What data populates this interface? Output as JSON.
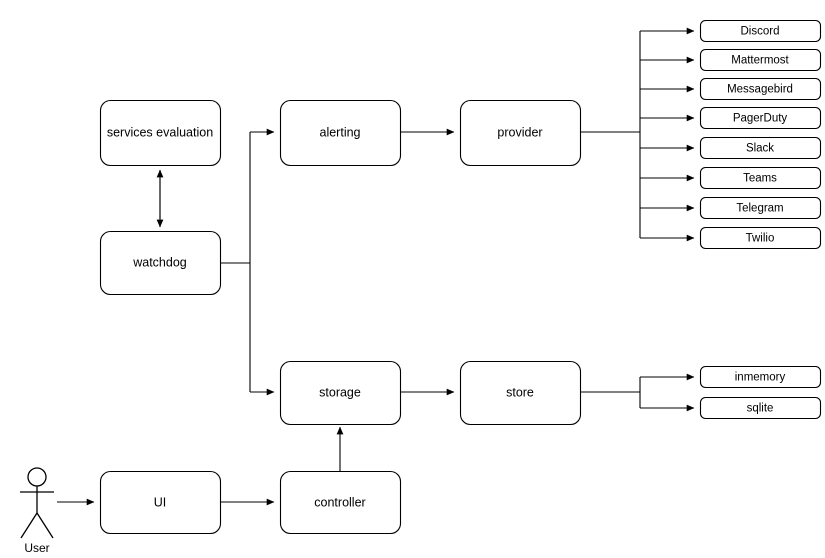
{
  "diagram": {
    "background_color": "#ffffff",
    "stroke_color": "#000000",
    "nodes": {
      "services_evaluation": "services evaluation",
      "watchdog": "watchdog",
      "alerting": "alerting",
      "provider": "provider",
      "storage": "storage",
      "store": "store",
      "ui": "UI",
      "controller": "controller"
    },
    "actor": {
      "label": "User"
    },
    "providers": [
      "Discord",
      "Mattermost",
      "Messagebird",
      "PagerDuty",
      "Slack",
      "Teams",
      "Telegram",
      "Twilio"
    ],
    "stores": [
      "inmemory",
      "sqlite"
    ]
  }
}
